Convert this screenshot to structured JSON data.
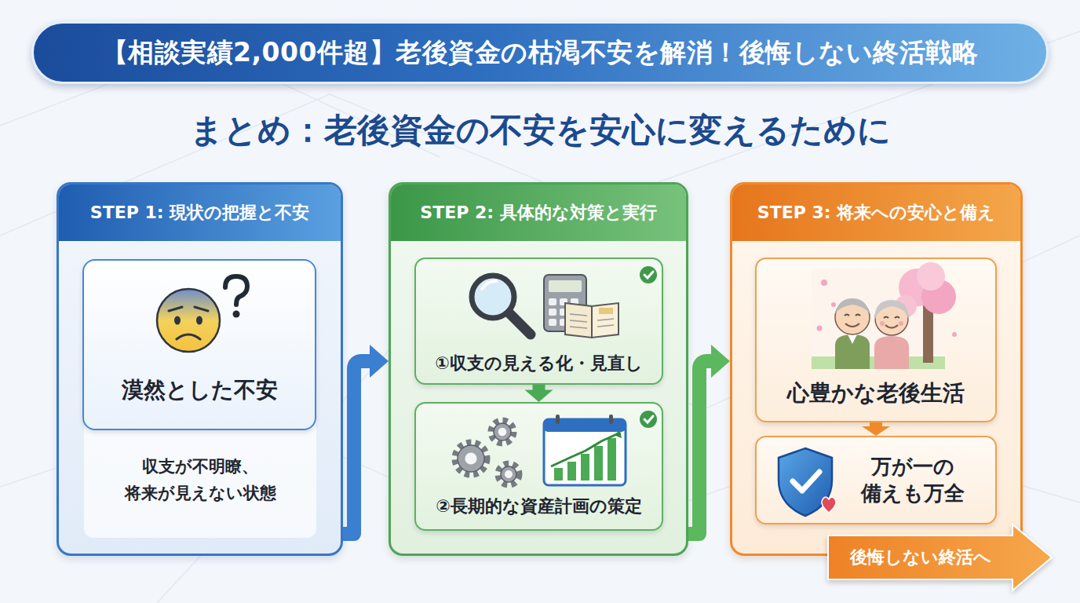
{
  "diagram": {
    "title": "【相談実績2,000件超】老後資金の枯渇不安を解消！後悔しない終活戦略",
    "nodes": [
      {
        "text": [
          "STEP 1: 現状の把握と不安",
          "収支が不明瞭、 将来が見えない状態"
        ]
      },
      {
        "text": [
          "漠然とした不安"
        ],
        "in": 0
      },
      {
        "text": [
          "STEP 2: 具体的な対策と実行"
        ]
      },
      {
        "text": [
          "①収支の見える化・見直し"
        ],
        "in": 2
      },
      {
        "text": [
          "②長期的な資産計画の策定"
        ],
        "in": 2
      },
      {
        "text": [
          "STEP 3: 将来への安心と備え"
        ]
      },
      {
        "text": [
          "心豊かな老後生活"
        ],
        "in": 5
      },
      {
        "text": [
          "万が一の 備えも万全"
        ],
        "in": 5
      },
      {
        "text": [
          "後悔しない終活へ"
        ]
      }
    ],
    "edges": [
      {
        "from": 0,
        "to": 2,
        "arrow": "to"
      },
      {
        "from": 3,
        "to": 4,
        "arrow": "to"
      },
      {
        "from": 2,
        "to": 5,
        "arrow": "to"
      },
      {
        "from": 6,
        "to": 7,
        "arrow": "to"
      }
    ],
    "labels": [
      "まとめ：老後資金の不安を安心に変えるために"
    ]
  }
}
